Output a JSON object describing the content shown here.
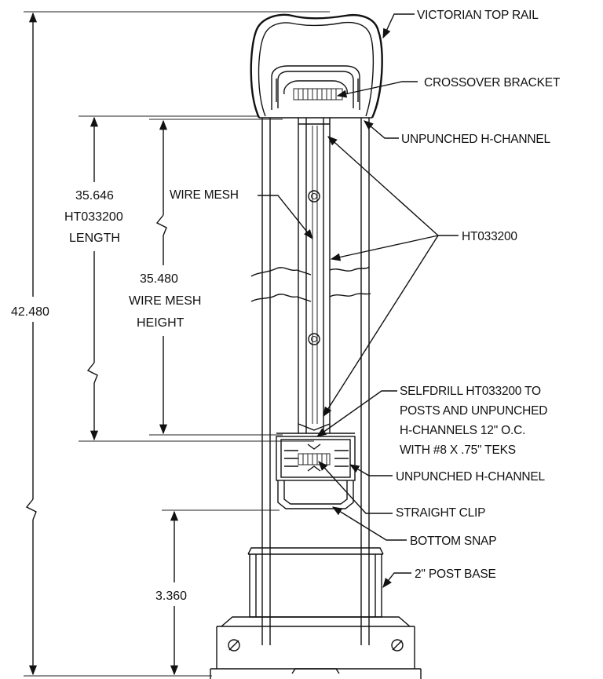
{
  "labels": {
    "victorian_top_rail": "VICTORIAN TOP RAIL",
    "crossover_bracket": "CROSSOVER BRACKET",
    "unpunched_h_channel_top": "UNPUNCHED H-CHANNEL",
    "wire_mesh": "WIRE MESH",
    "ht033200": "HT033200",
    "selfdrill_note": [
      "SELFDRILL HT033200 TO",
      "POSTS AND UNPUNCHED",
      "H-CHANNELS 12\" O.C.",
      "WITH #8 X .75\" TEKS"
    ],
    "unpunched_h_channel_bottom": "UNPUNCHED H-CHANNEL",
    "straight_clip": "STRAIGHT CLIP",
    "bottom_snap": "BOTTOM SNAP",
    "post_base": "2\" POST BASE"
  },
  "dimensions": {
    "overall": "42.480",
    "ht_length": [
      "35.646",
      "HT033200",
      "LENGTH"
    ],
    "mesh_height": [
      "35.480",
      "WIRE MESH",
      "HEIGHT"
    ],
    "base_height": "3.360"
  }
}
